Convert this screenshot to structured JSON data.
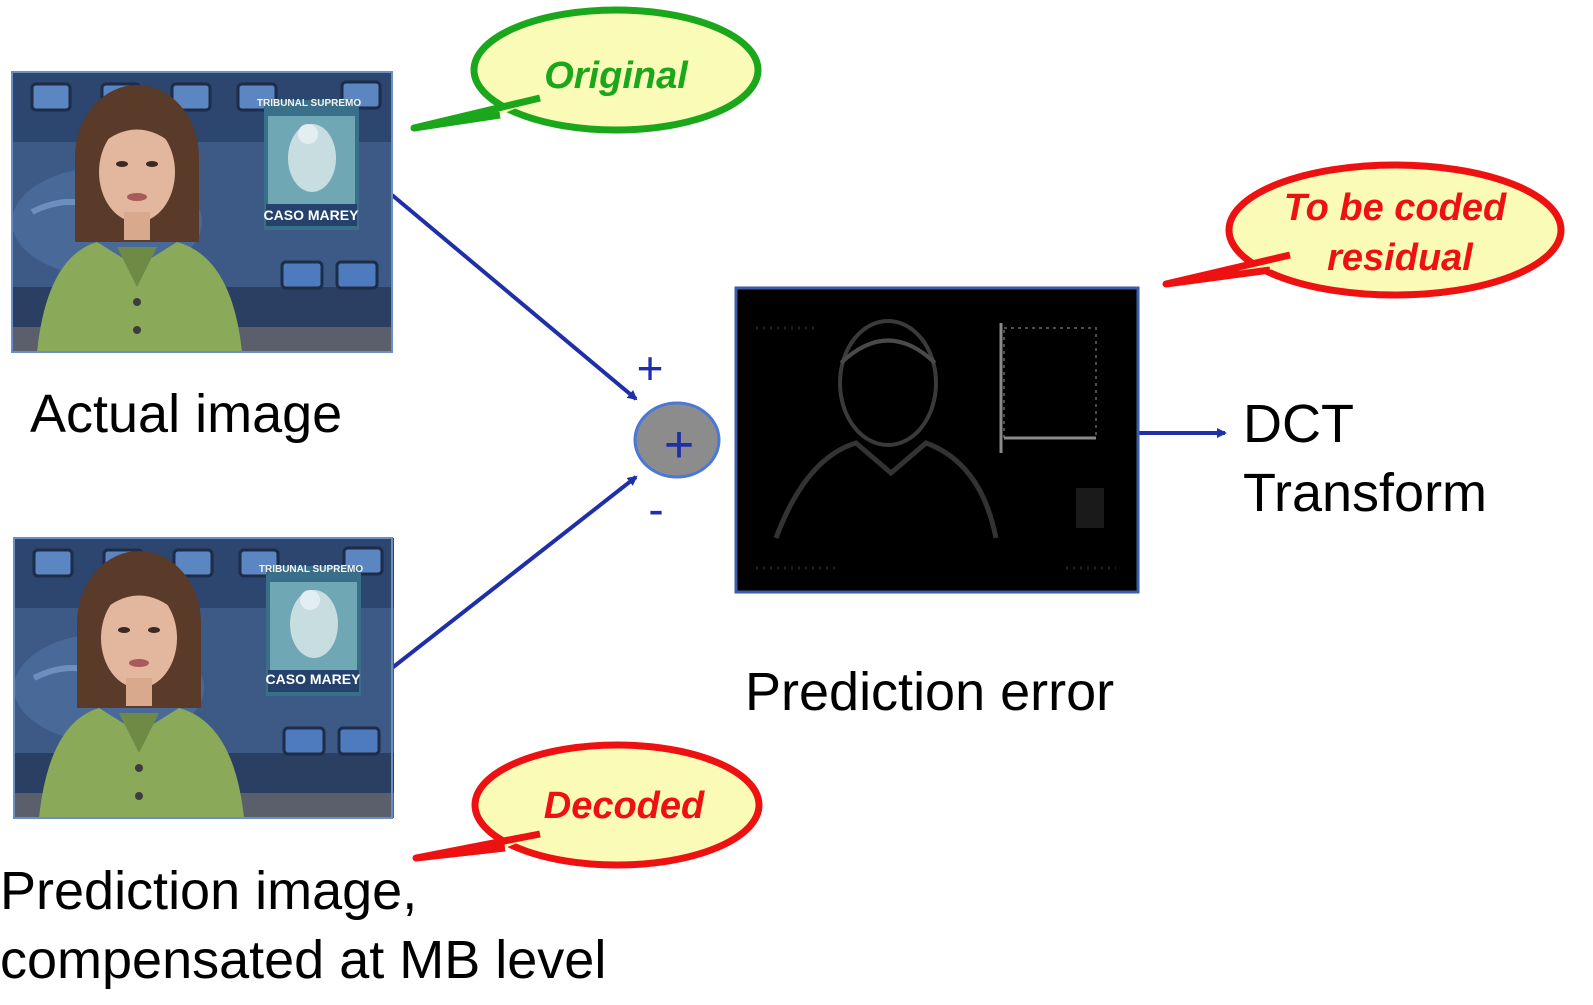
{
  "callouts": {
    "original": "Original",
    "decoded": "Decoded",
    "residual_line1": "To be coded",
    "residual_line2": "residual"
  },
  "labels": {
    "actual_image": "Actual image",
    "prediction_image_line1": "Prediction image,",
    "prediction_image_line2": "compensated at MB level",
    "prediction_error": "Prediction error",
    "dct_line1": "DCT",
    "dct_line2": "Transform"
  },
  "summing_node": {
    "symbol": "+",
    "plus_input": "+",
    "minus_input": "-"
  },
  "news_frame": {
    "caption_top": "TRIBUNAL SUPREMO",
    "caption_bottom": "CASO MAREY"
  },
  "colors": {
    "arrow": "#1f2fa8",
    "original_border": "#1ba71b",
    "original_text": "#1ba71b",
    "decoded_border": "#ee1111",
    "decoded_text": "#ee1111",
    "bubble_fill": "#fbfbb8",
    "node_fill": "#8c8c8c",
    "node_border": "#4a78d8",
    "sign_color": "#1f2fa8"
  }
}
